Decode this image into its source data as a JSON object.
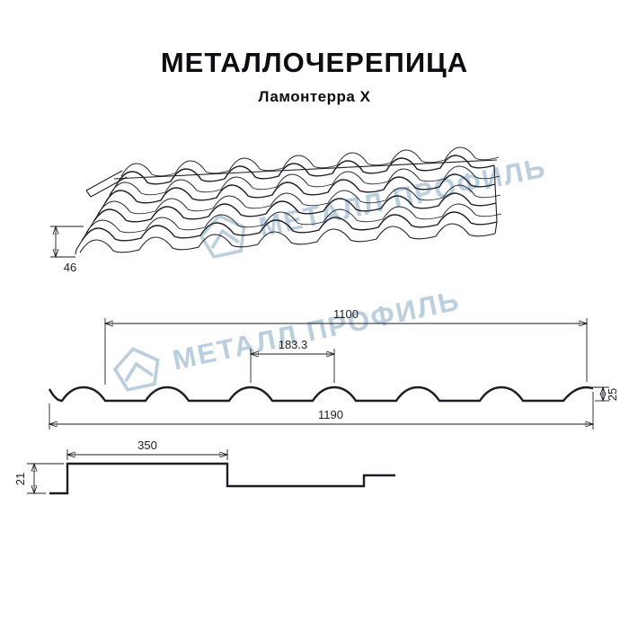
{
  "header": {
    "title": "МЕТАЛЛОЧЕРЕПИЦА",
    "subtitle": "Ламонтерра Х"
  },
  "watermark": {
    "text": "МЕТАЛЛ ПРОФИЛЬ"
  },
  "drawings": {
    "perspective": {
      "front_height": "46"
    },
    "profile": {
      "cover_width": "1100",
      "wave_step": "183.3",
      "height": "25",
      "overall_width": "1190"
    },
    "overlap": {
      "overlap_length": "350",
      "step_height": "21"
    }
  },
  "colors": {
    "line": "#1d1d26",
    "watermark": "#adc7db"
  }
}
